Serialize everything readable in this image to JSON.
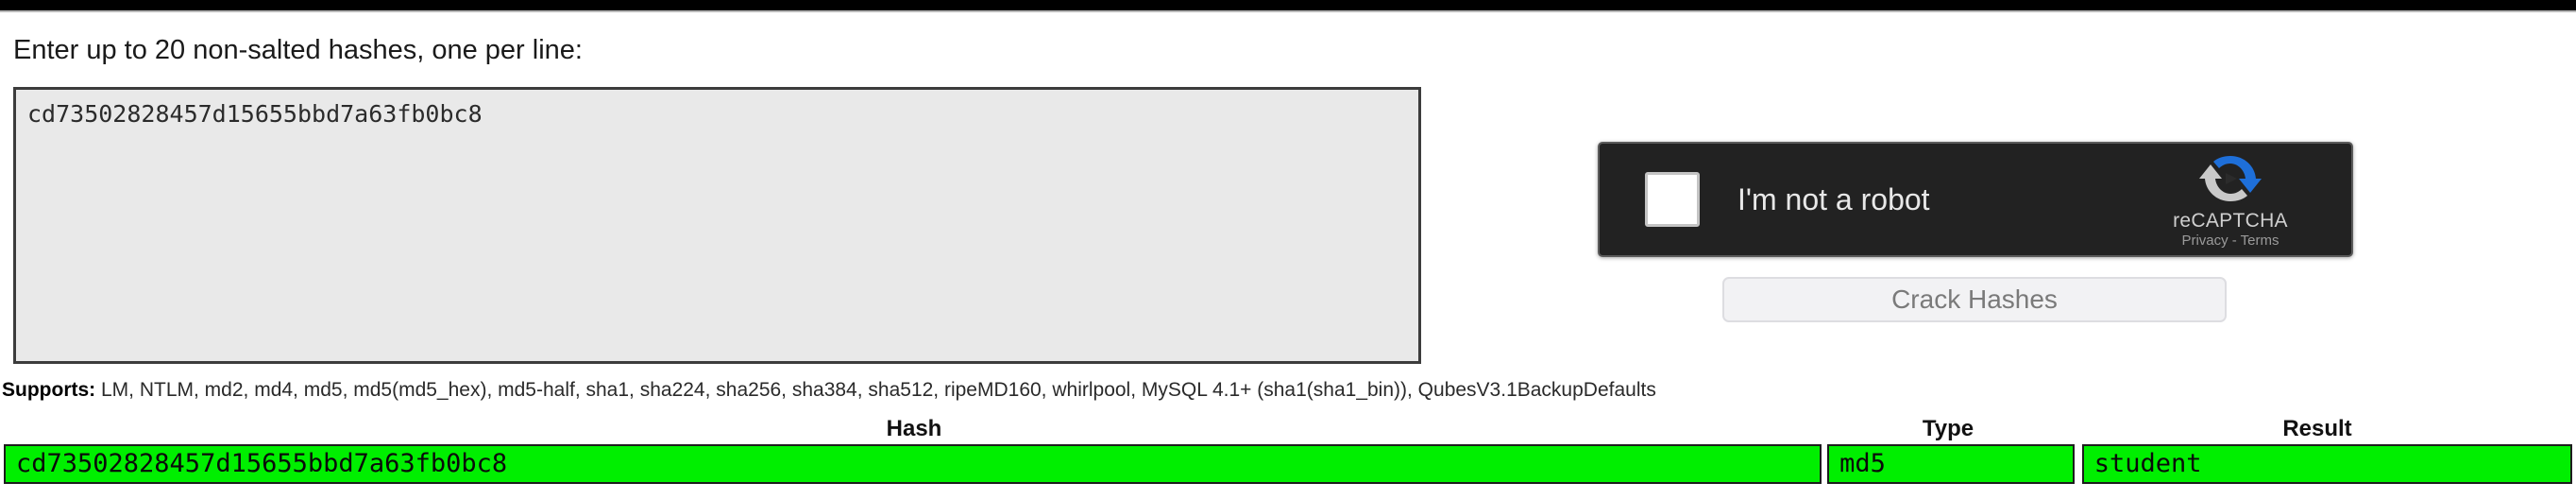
{
  "page": {
    "prompt_label": "Enter up to 20 non-salted hashes, one per line:"
  },
  "input": {
    "textarea_value": "cd73502828457d15655bbd7a63fb0bc8",
    "textarea_placeholder": ""
  },
  "recaptcha": {
    "checkbox_label": "I'm not a robot",
    "brand_name": "reCAPTCHA",
    "brand_links": "Privacy - Terms",
    "checked": false,
    "theme_background": "#222222",
    "logo_blue": "#1e6fd9",
    "logo_grey": "#c9c9c9"
  },
  "actions": {
    "crack_button_label": "Crack Hashes",
    "crack_button_enabled": false
  },
  "supports": {
    "prefix": "Supports:",
    "list": "LM, NTLM, md2, md4, md5, md5(md5_hex), md5-half, sha1, sha224, sha256, sha384, sha512, ripeMD160, whirlpool, MySQL 4.1+ (sha1(sha1_bin)), QubesV3.1BackupDefaults"
  },
  "results": {
    "columns": [
      "Hash",
      "Type",
      "Result"
    ],
    "success_color": "#00ef00",
    "rows": [
      {
        "hash": "cd73502828457d15655bbd7a63fb0bc8",
        "type": "md5",
        "result": "student"
      }
    ]
  }
}
